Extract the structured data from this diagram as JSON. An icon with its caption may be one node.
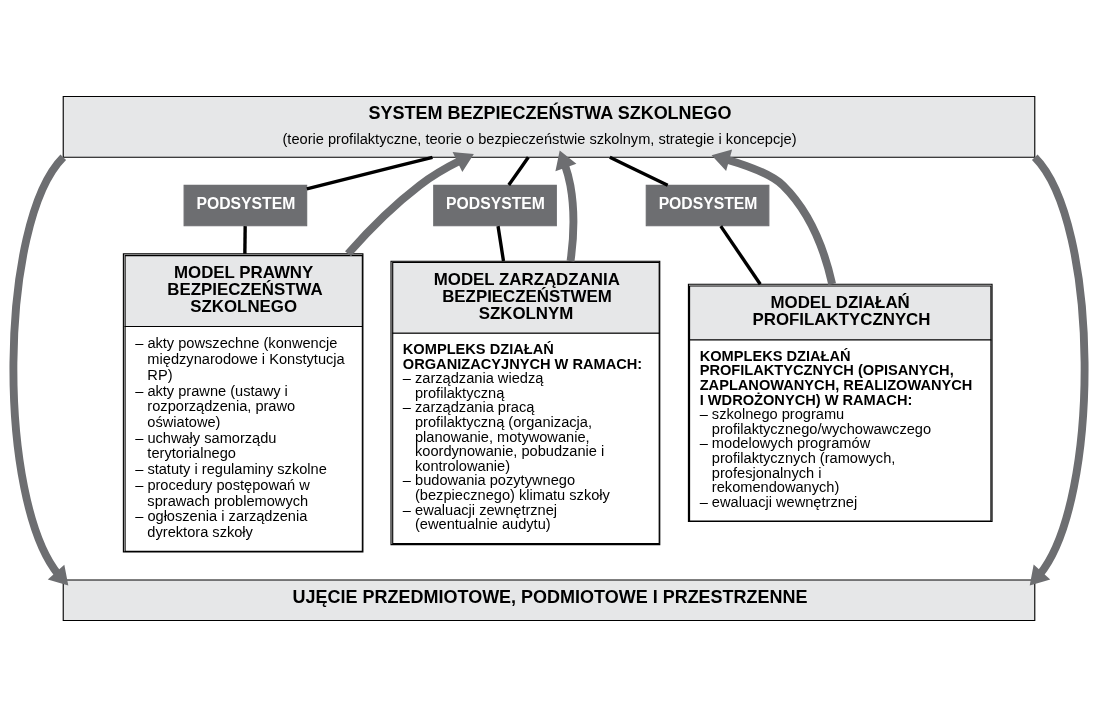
{
  "diagram": {
    "nodes": [
      {
        "text": [
          "SYSTEM BEZPIECZEŃSTWA SZKOLNEGO",
          "(teorie profilaktyczne, teorie o bezpieczeństwie szkolnym, strategie i koncepcje)"
        ]
      },
      {
        "text": [
          "PODSYSTEM"
        ]
      },
      {
        "text": [
          "MODEL PRAWNY BEZPIECZEŃSTWA SZKOLNEGO",
          "– akty powszechne (konwencje międzynarodowe i Konstytucja RP)",
          "– akty prawne (ustawy i rozporządzenia, prawo oświatowe)",
          "– uchwały samorządu terytorialnego",
          "– statuty i regulaminy szkolne",
          "– procedury postępowań w sprawach problemowych",
          "– ogłoszenia i zarządzenia dyrektora szkoły"
        ]
      },
      {
        "text": [
          "PODSYSTEM"
        ]
      },
      {
        "text": [
          "MODEL ZARZĄDZANIA BEZPIECZEŃSTWEM SZKOLNYM",
          "KOMPLEKS DZIAŁAŃ ORGANIZACYJNYCH W RAMACH:",
          "– zarządzania wiedzą profilaktyczną",
          "– zarządzania pracą profilaktyczną (organizacja, planowanie, motywowanie, koordynowanie, pobudzanie i kontrolowanie)",
          "– budowania pozytywnego (bezpiecznego) klimatu szkoły",
          "– ewaluacji zewnętrznej (ewentualnie audytu)"
        ]
      },
      {
        "text": [
          "PODSYSTEM"
        ]
      },
      {
        "text": [
          "MODEL DZIAŁAŃ PROFILAKTYCZNYCH",
          "KOMPLEKS DZIAŁAŃ PROFILAKTYCZNYCH (OPISANYCH, ZAPLANOWANYCH, REALIZOWANYCH I WDROŻONYCH) W RAMACH:",
          "– szkolnego programu profilaktycznego/wychowawczego",
          "– modelowych programów profilaktycznych (ramowych, profesjonalnych i rekomendowanych)",
          "– ewaluacji wewnętrznej"
        ]
      },
      {
        "text": [
          "UJĘCIE PRZEDMIOTOWE, PODMIOTOWE I PRZESTRZENNE"
        ]
      }
    ],
    "edges": [
      {
        "from": 0,
        "to": 7,
        "arrow": "to",
        "style": "thick",
        "color": "#6d6e71"
      },
      {
        "from": 2,
        "to": 0,
        "arrow": "to",
        "style": "thick",
        "color": "#6d6e71"
      },
      {
        "from": 0,
        "to": 1,
        "arrow": "none"
      },
      {
        "from": 1,
        "to": 2,
        "arrow": "none"
      },
      {
        "from": 4,
        "to": 0,
        "arrow": "to",
        "style": "thick",
        "color": "#6d6e71"
      },
      {
        "from": 0,
        "to": 3,
        "arrow": "none"
      },
      {
        "from": 3,
        "to": 4,
        "arrow": "none"
      },
      {
        "from": 6,
        "to": 0,
        "arrow": "to",
        "style": "thick",
        "color": "#6d6e71"
      },
      {
        "from": 0,
        "to": 5,
        "arrow": "none"
      },
      {
        "from": 5,
        "to": 6,
        "arrow": "none"
      },
      {
        "from": 0,
        "to": 7,
        "arrow": "to",
        "style": "thick",
        "color": "#6d6e71"
      }
    ]
  }
}
